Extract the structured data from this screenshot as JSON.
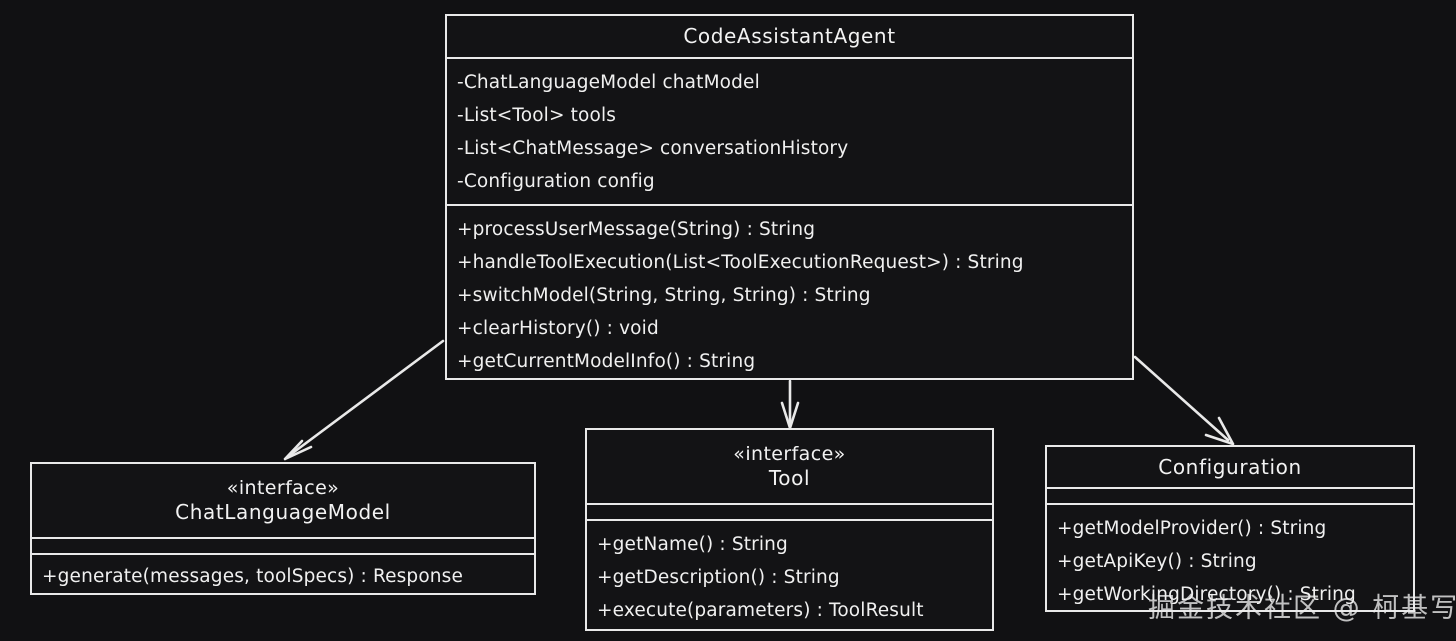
{
  "diagram": {
    "type": "uml-class-diagram",
    "background_color": "#111113",
    "line_color": "#e9e9e9",
    "text_color": "#f0f0f0",
    "watermark": "掘金技术社区 @ 柯基写代码",
    "classes": [
      {
        "id": "code-assistant-agent",
        "name": "CodeAssistantAgent",
        "stereotype": "",
        "attributes": [
          "-ChatLanguageModel chatModel",
          "-List<Tool> tools",
          "-List<ChatMessage> conversationHistory",
          "-Configuration config"
        ],
        "methods": [
          "+processUserMessage(String) : String",
          "+handleToolExecution(List<ToolExecutionRequest>) : String",
          "+switchModel(String, String, String) : String",
          "+clearHistory() : void",
          "+getCurrentModelInfo() : String"
        ]
      },
      {
        "id": "chat-language-model",
        "name": "ChatLanguageModel",
        "stereotype": "«interface»",
        "attributes": [],
        "methods": [
          "+generate(messages, toolSpecs) : Response"
        ]
      },
      {
        "id": "tool",
        "name": "Tool",
        "stereotype": "«interface»",
        "attributes": [],
        "methods": [
          "+getName() : String",
          "+getDescription() : String",
          "+execute(parameters) : ToolResult"
        ]
      },
      {
        "id": "configuration",
        "name": "Configuration",
        "stereotype": "",
        "attributes": [],
        "methods": [
          "+getModelProvider() : String",
          "+getApiKey() : String",
          "+getWorkingDirectory() : String"
        ]
      }
    ],
    "relationships": [
      {
        "id": "agent-to-chatlanguagemodel",
        "from": "CodeAssistantAgent",
        "to": "ChatLanguageModel",
        "kind": "association-arrow"
      },
      {
        "id": "agent-to-tool",
        "from": "CodeAssistantAgent",
        "to": "Tool",
        "kind": "association-arrow"
      },
      {
        "id": "agent-to-configuration",
        "from": "CodeAssistantAgent",
        "to": "Configuration",
        "kind": "association-arrow"
      }
    ]
  }
}
